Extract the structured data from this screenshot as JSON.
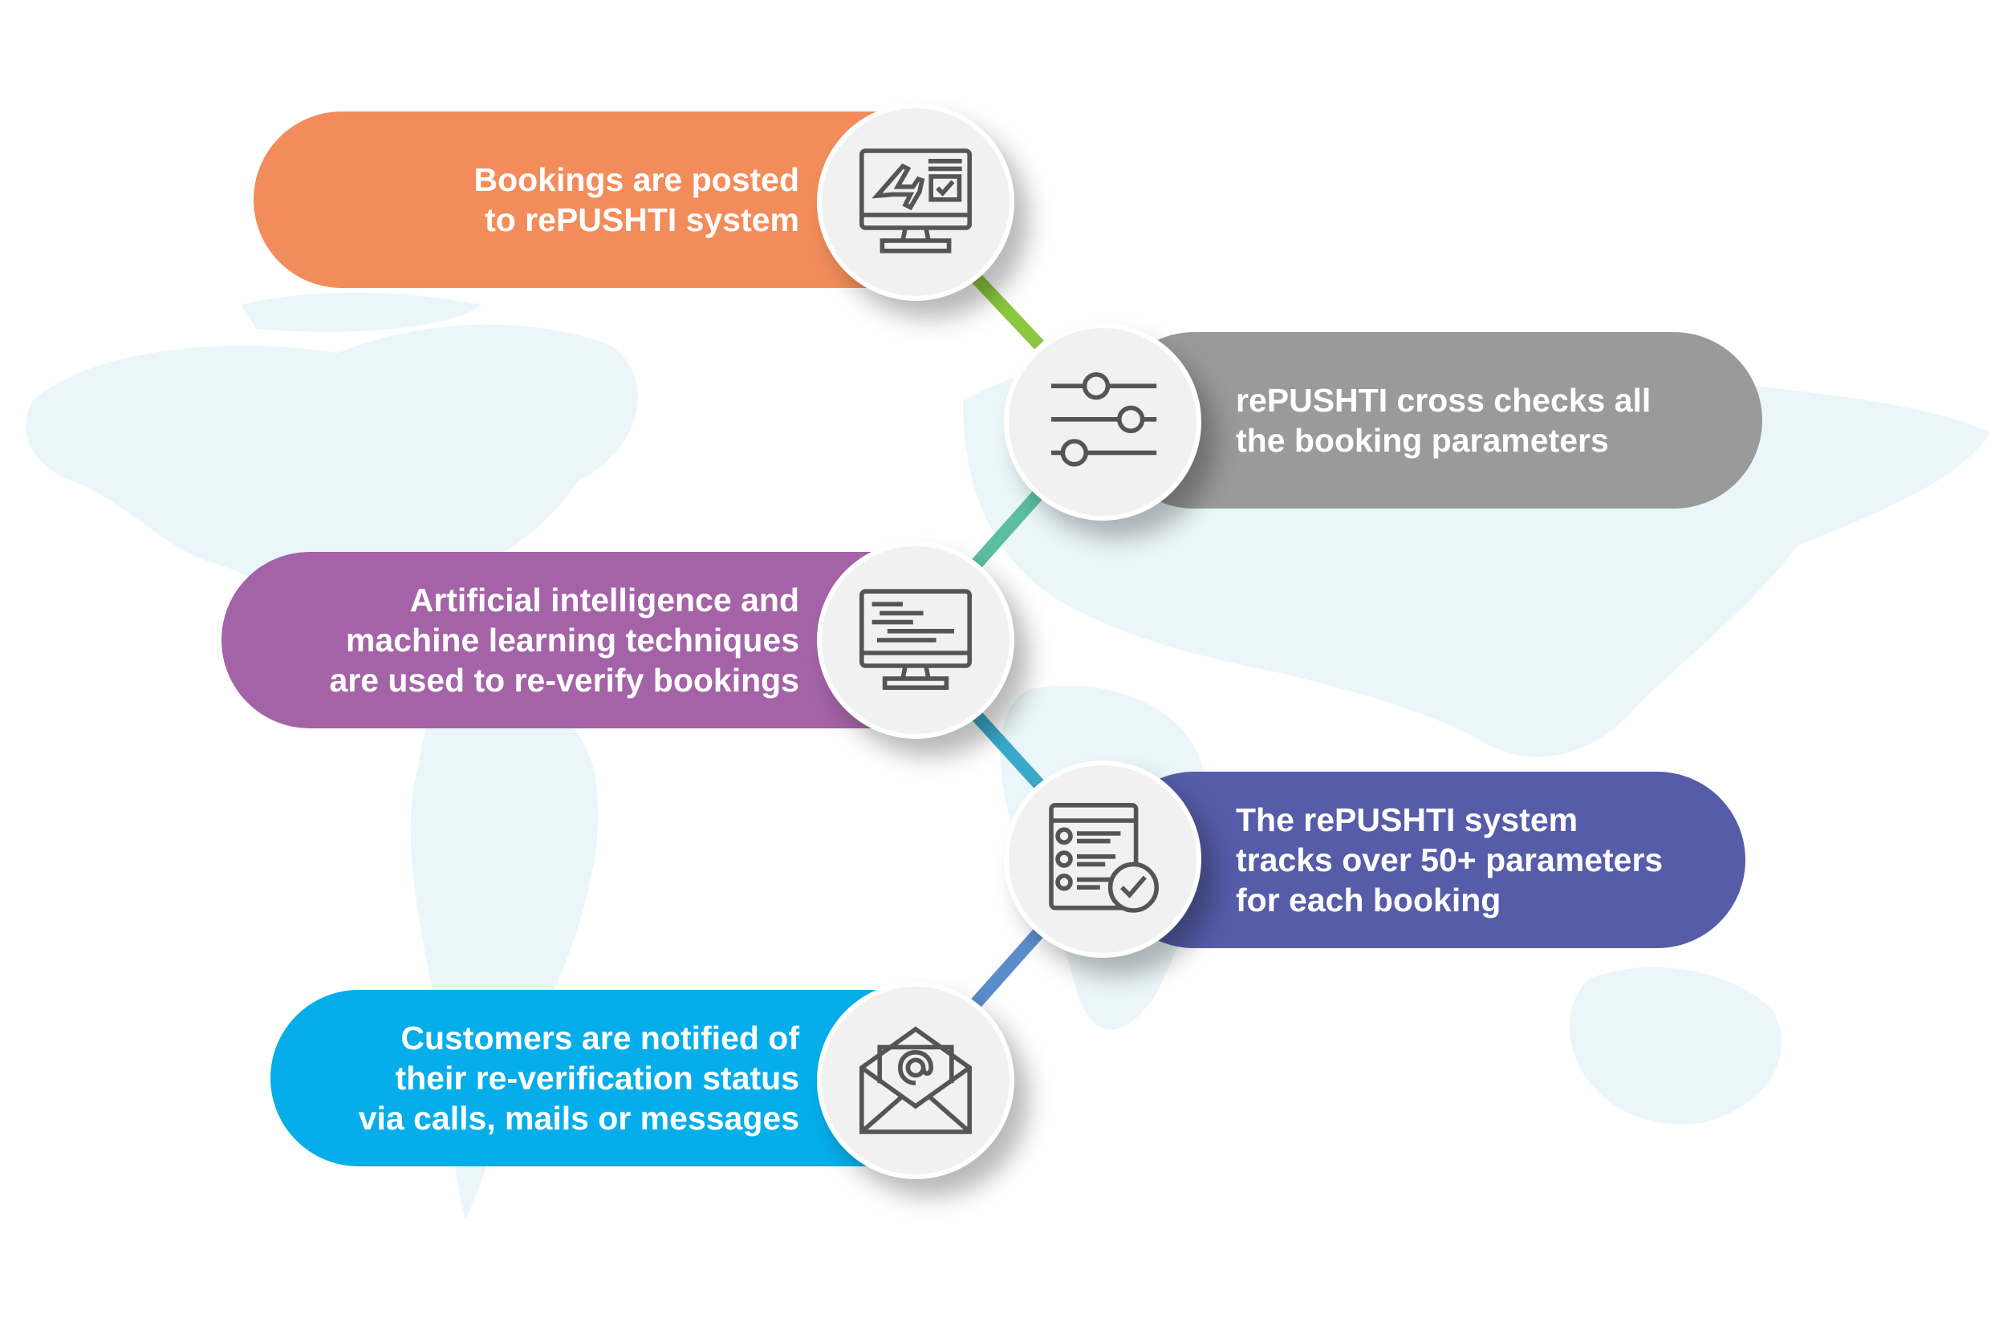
{
  "steps": [
    {
      "lines": [
        "Bookings are posted",
        "to rePUSHTI system"
      ],
      "color": "#f28d5b",
      "icon": "monitor-airplane-checklist-icon"
    },
    {
      "lines": [
        "rePUSHTI cross checks all",
        "the booking parameters"
      ],
      "color": "#9a9a9a",
      "icon": "sliders-icon"
    },
    {
      "lines": [
        "Artificial intelligence and",
        "machine learning techniques",
        "are used to re-verify bookings"
      ],
      "color": "#a463a7",
      "icon": "monitor-code-icon"
    },
    {
      "lines": [
        "The rePUSHTI system",
        "tracks over 50+ parameters",
        "for each booking"
      ],
      "color": "#565ca8",
      "icon": "checklist-approved-icon"
    },
    {
      "lines": [
        "Customers are notified of",
        "their re-verification status",
        "via calls, mails or messages"
      ],
      "color": "#05aeea",
      "icon": "email-envelope-icon"
    }
  ],
  "connector_colors": [
    "#8dc63f",
    "#5bbf9f",
    "#3aa9c9",
    "#5b8dcc"
  ]
}
